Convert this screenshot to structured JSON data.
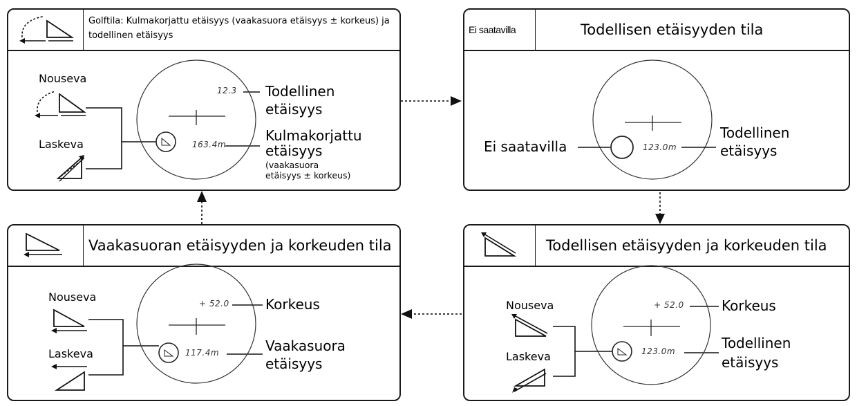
{
  "panel_golf": {
    "header_title": "Golftila: Kulmakorjattu etäisyys (vaakasuora etäisyys ± korkeus) ja todellinen etäisyys",
    "label_up": "Nouseva",
    "label_down": "Laskeva",
    "reading_top": "12.3",
    "reading_bottom": "163.4m",
    "callout_top_1": "Todellinen",
    "callout_top_2": "etäisyys",
    "callout_bottom_1": "Kulmakorjattu",
    "callout_bottom_2": "etäisyys",
    "callout_note_1": "(vaakasuora",
    "callout_note_2": "etäisyys ± korkeus)"
  },
  "panel_actual": {
    "header_tag": "Ei saatavilla",
    "header_title": "Todellisen etäisyyden tila",
    "label_left": "Ei saatavilla",
    "reading": "123.0m",
    "callout_1": "Todellinen",
    "callout_2": "etäisyys"
  },
  "panel_horizontal": {
    "header_title": "Vaakasuoran etäisyyden ja korkeuden tila",
    "label_up": "Nouseva",
    "label_down": "Laskeva",
    "reading_top": "+ 52.0",
    "reading_bottom": "117.4m",
    "callout_top": "Korkeus",
    "callout_bottom_1": "Vaakasuora",
    "callout_bottom_2": "etäisyys"
  },
  "panel_actual_height": {
    "header_title": "Todellisen etäisyyden ja korkeuden tila",
    "label_up": "Nouseva",
    "label_down": "Laskeva",
    "reading_top": "+ 52.0",
    "reading_bottom": "123.0m",
    "callout_top": "Korkeus",
    "callout_bottom_1": "Todellinen",
    "callout_bottom_2": "etäisyys"
  }
}
